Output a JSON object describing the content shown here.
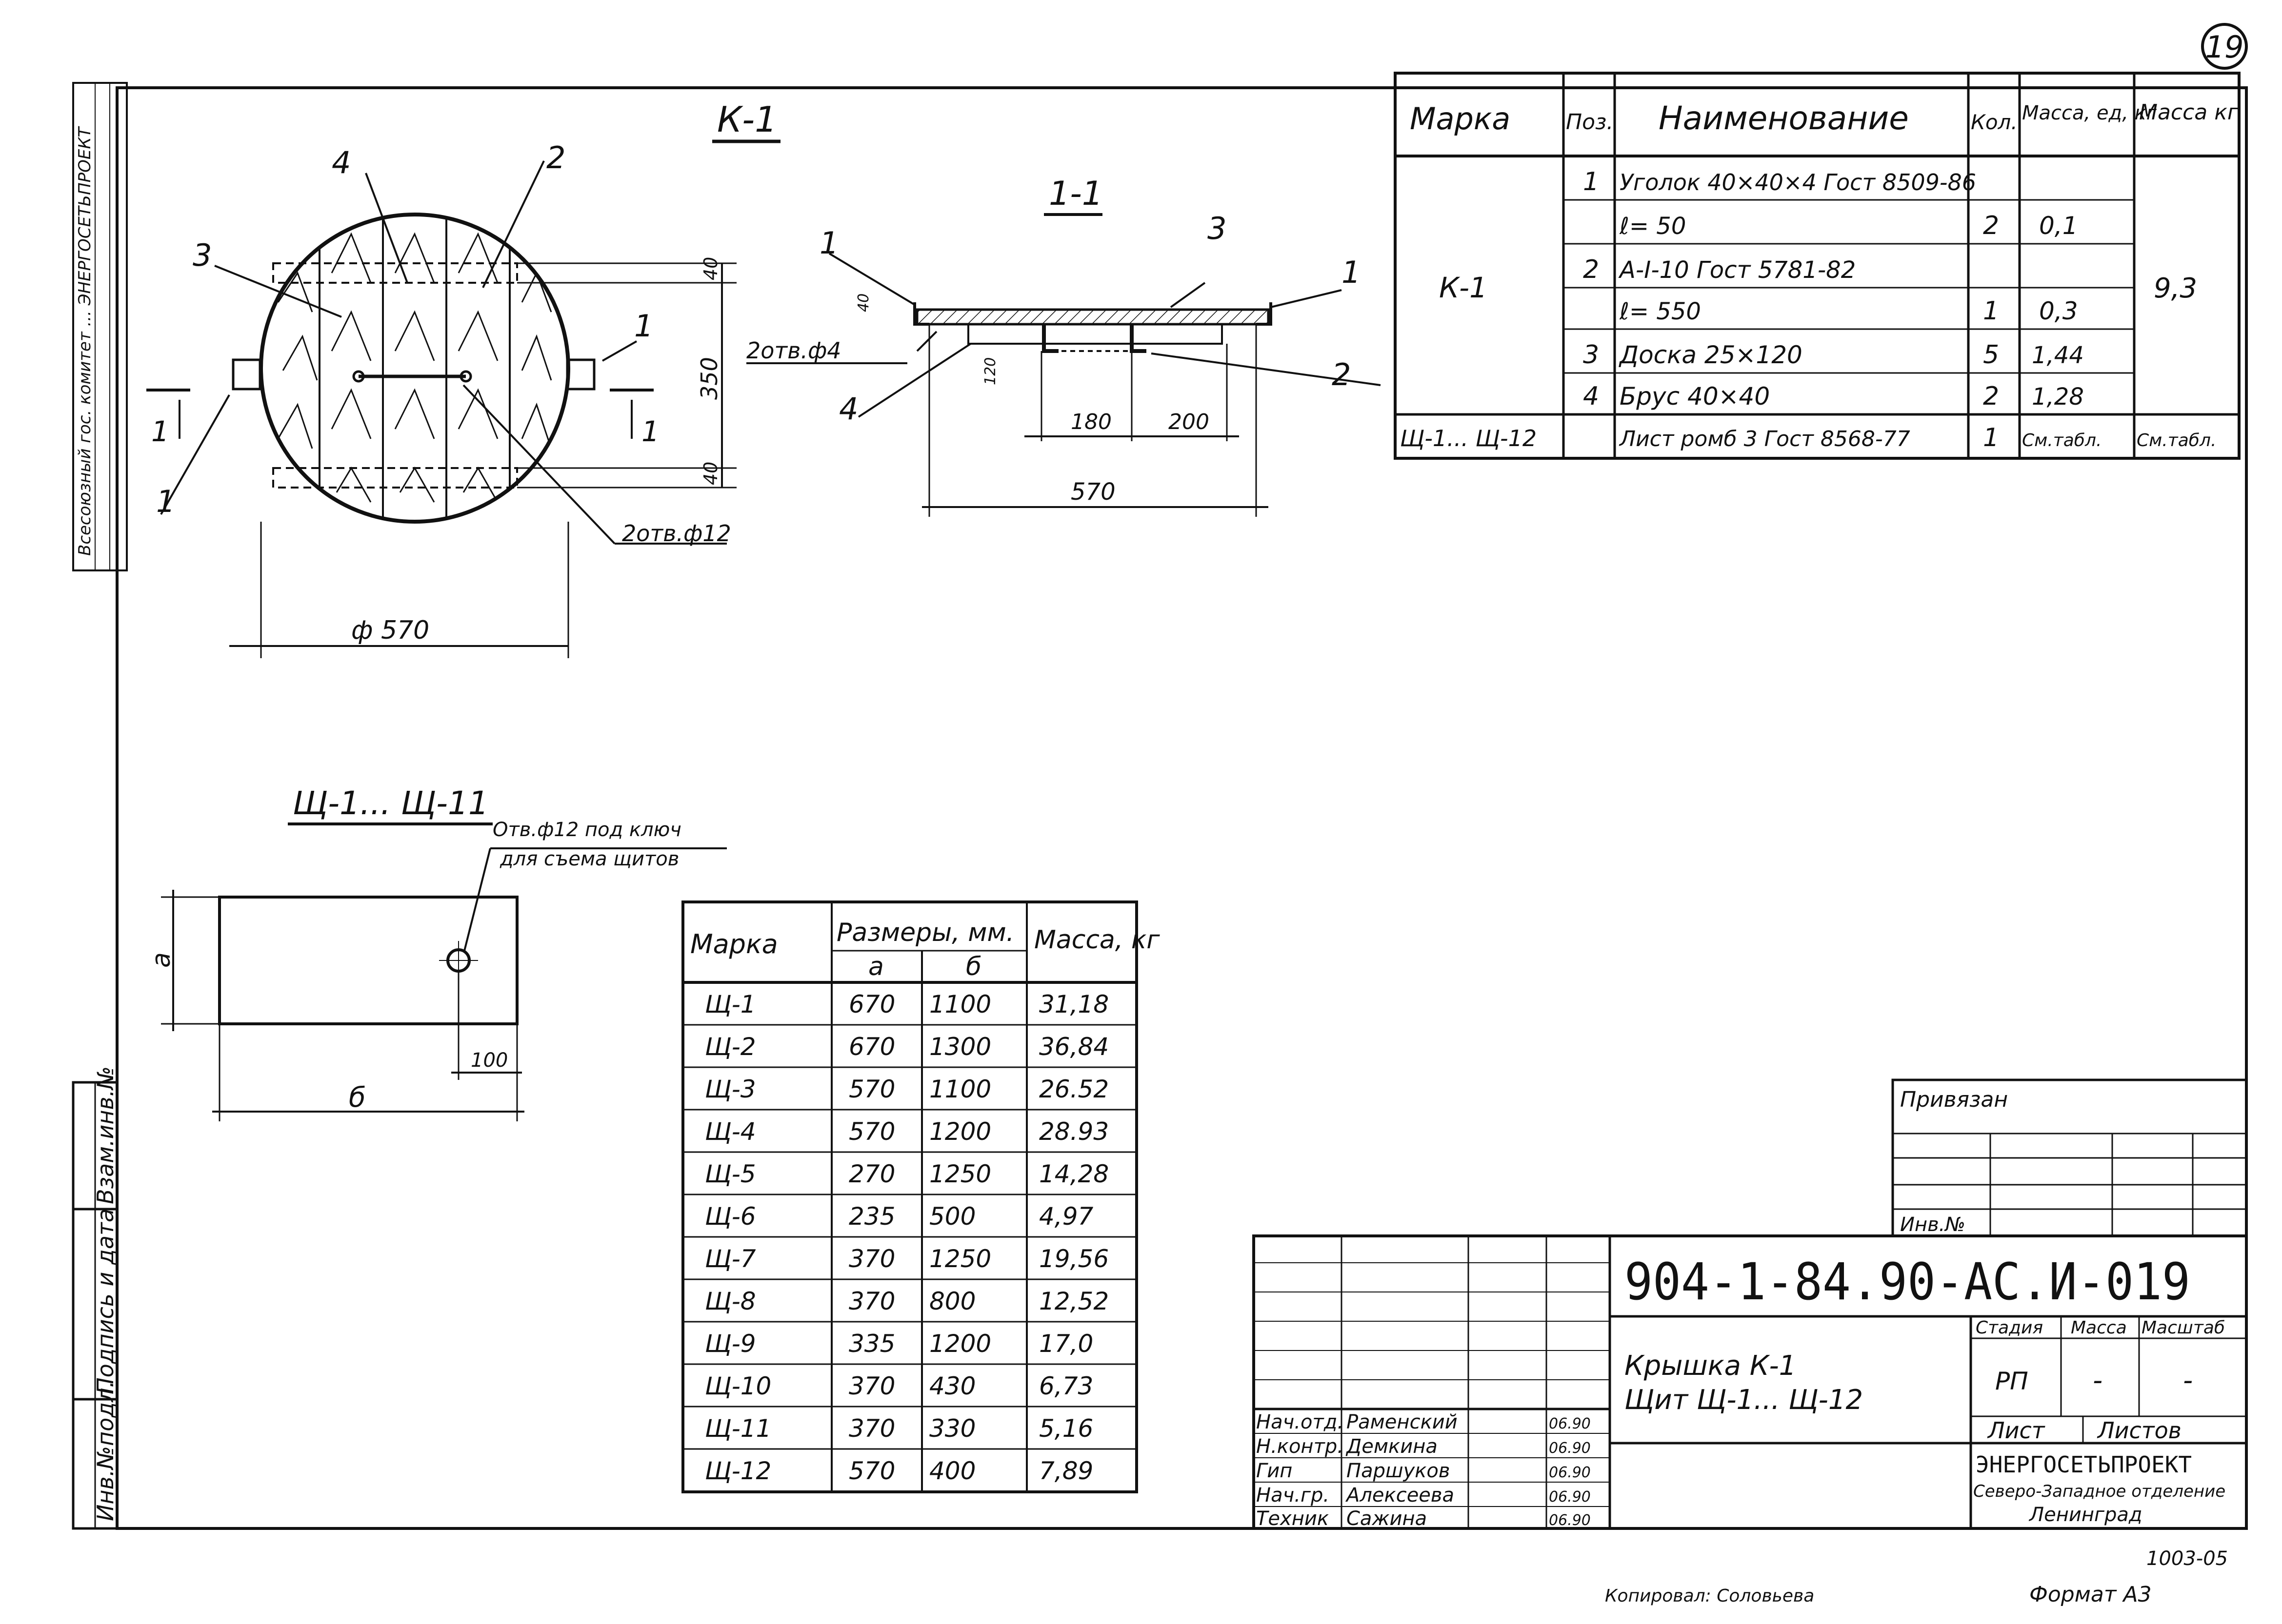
{
  "sheet_number": "19",
  "sheet_code": "1003-05",
  "copied_by": "Копировал: Соловьева",
  "format": "Формат А3",
  "stamp_left": "Всесоюзный гос. комитет ... ЭНЕРГОСЕТЬПРОЕКТ",
  "views": {
    "k1_title": "К-1",
    "section_title": "1-1",
    "panel_title": "Щ-1... Щ-11"
  },
  "k1": {
    "callouts": [
      "1",
      "1",
      "2",
      "3",
      "4"
    ],
    "dims": {
      "top": "40",
      "mid": "350",
      "bot": "40",
      "diameter": "ф 570"
    },
    "hole_label": "2отв.ф12",
    "section_marks": [
      "1",
      "1"
    ]
  },
  "section": {
    "callouts": [
      "1",
      "1",
      "2",
      "3",
      "4"
    ],
    "hole_label": "2отв.ф4",
    "dims": {
      "d180": "180",
      "d200": "200",
      "total": "570",
      "h120": "120",
      "h40": "40"
    }
  },
  "panel": {
    "hole_note_1": "Отв.ф12 под ключ",
    "hole_note_2": "для съема щитов",
    "dim_a": "а",
    "dim_b": "б",
    "dim_100": "100"
  },
  "spec_table": {
    "headers": [
      "Марка",
      "Поз.",
      "Наименование",
      "Кол.",
      "Масса, ед, кг",
      "Масса кг"
    ],
    "rows": [
      {
        "mark": "К-1",
        "pos": "1",
        "name": "Уголок 40×40×4 Гост 8509-86",
        "qty": "",
        "mass_unit": "",
        "mass": "9,3"
      },
      {
        "mark": "",
        "pos": "",
        "name": "ℓ= 50",
        "qty": "2",
        "mass_unit": "0,1",
        "mass": ""
      },
      {
        "mark": "",
        "pos": "2",
        "name": "А-I-10 Гост 5781-82",
        "qty": "",
        "mass_unit": "",
        "mass": ""
      },
      {
        "mark": "",
        "pos": "",
        "name": "ℓ= 550",
        "qty": "1",
        "mass_unit": "0,3",
        "mass": ""
      },
      {
        "mark": "",
        "pos": "3",
        "name": "Доска 25×120",
        "qty": "5",
        "mass_unit": "1,44",
        "mass": ""
      },
      {
        "mark": "",
        "pos": "4",
        "name": "Брус 40×40",
        "qty": "2",
        "mass_unit": "1,28",
        "mass": ""
      },
      {
        "mark": "Щ-1... Щ-12",
        "pos": "",
        "name": "Лист ромб 3 Гост 8568-77",
        "qty": "1",
        "mass_unit": "См.табл.",
        "mass": "См.табл."
      }
    ]
  },
  "panel_table": {
    "header_mark": "Марка",
    "header_sizes": "Размеры, мм.",
    "header_a": "а",
    "header_b": "б",
    "header_mass": "Масса, кг",
    "rows": [
      [
        "Щ-1",
        "670",
        "1100",
        "31,18"
      ],
      [
        "Щ-2",
        "670",
        "1300",
        "36,84"
      ],
      [
        "Щ-3",
        "570",
        "1100",
        "26.52"
      ],
      [
        "Щ-4",
        "570",
        "1200",
        "28.93"
      ],
      [
        "Щ-5",
        "270",
        "1250",
        "14,28"
      ],
      [
        "Щ-6",
        "235",
        "500",
        "4,97"
      ],
      [
        "Щ-7",
        "370",
        "1250",
        "19,56"
      ],
      [
        "Щ-8",
        "370",
        "800",
        "12,52"
      ],
      [
        "Щ-9",
        "335",
        "1200",
        "17,0"
      ],
      [
        "Щ-10",
        "370",
        "430",
        "6,73"
      ],
      [
        "Щ-11",
        "370",
        "330",
        "5,16"
      ],
      [
        "Щ-12",
        "570",
        "400",
        "7,89"
      ]
    ]
  },
  "side_column": {
    "cells": [
      "Инв.№подл.",
      "Подпись и дата",
      "Взам.инв.№"
    ]
  },
  "title_block": {
    "privyazan": "Привязан",
    "inv": "Инв.№",
    "doc_code": "904-1-84.90-АС.И-019",
    "title_line1": "Крышка К-1",
    "title_line2": "Щит Щ-1... Щ-12",
    "stage_label": "Стадия",
    "mass_label": "Масса",
    "scale_label": "Масштаб",
    "stage": "РП",
    "mass": "-",
    "scale": "-",
    "sheet_label": "Лист",
    "sheets_label": "Листов",
    "org_name": "ЭНЕРГОСЕТЬПРОЕКТ",
    "org_dept": "Северо-Западное отделение",
    "org_city": "Ленинград",
    "staff": [
      {
        "role": "Нач.отд.",
        "name": "Раменский",
        "date": "06.90"
      },
      {
        "role": "Н.контр.",
        "name": "Демкина",
        "date": "06.90"
      },
      {
        "role": "Гип",
        "name": "Паршуков",
        "date": "06.90"
      },
      {
        "role": "Нач.гр.",
        "name": "Алексеева",
        "date": "06.90"
      },
      {
        "role": "Техник",
        "name": "Сажина",
        "date": "06.90"
      }
    ]
  }
}
